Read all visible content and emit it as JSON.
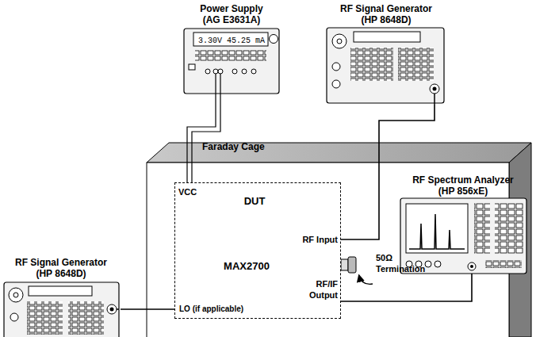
{
  "diagram": {
    "nodes": [
      {
        "text": [
          "Power Supply (AG E3631A)",
          "3.30V 45.25 mA"
        ]
      },
      {
        "text": [
          "RF Signal Generator (HP 8648D)"
        ]
      },
      {
        "text": [
          "Faraday Cage"
        ]
      },
      {
        "text": [
          "DUT",
          "MAX2700"
        ],
        "in": 2
      },
      {
        "text": [
          "RF Spectrum Analyzer (HP 856xE)"
        ]
      },
      {
        "text": [
          "RF Signal Generator (HP 8648D)"
        ]
      }
    ],
    "edges": [
      {
        "from": 0,
        "to": 3,
        "arrow": "none"
      },
      {
        "from": 1,
        "to": 3,
        "arrow": "none"
      },
      {
        "from": 3,
        "to": 4,
        "arrow": "none"
      },
      {
        "from": 5,
        "to": 3,
        "arrow": "none"
      }
    ],
    "labels": [
      "VCC",
      "RF Input",
      "LO (if applicable)",
      "RF/IF Output",
      "50Ω Termination"
    ]
  }
}
